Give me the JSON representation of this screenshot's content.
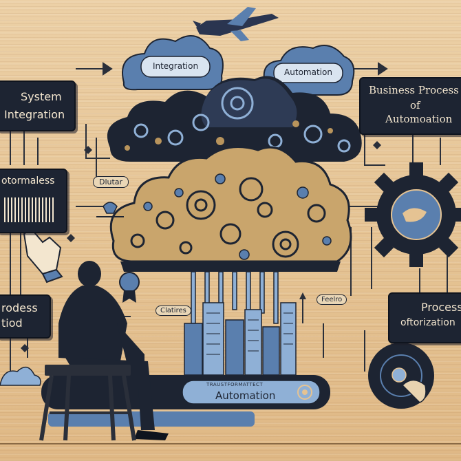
{
  "labels": {
    "integration": "Integration",
    "automation_cloud": "Automation",
    "system_line1": "System",
    "system_line2": "Integration",
    "business_line1": "Business Process",
    "business_line2": "of",
    "business_line3": "Automoation",
    "left_mid": "otormaless",
    "dlutar": "Dlutar",
    "process_left_line1": "rodess",
    "process_left_line2": "tiod",
    "clatires": "Clatires",
    "feelro": "Feelro",
    "process_right_line1": "Process",
    "process_right_line2": "oftorization",
    "bottom_small": "TRAUSTFORMATTECT",
    "bottom_main": "Automation"
  },
  "colors": {
    "navy": "#1d2432",
    "blue": "#5a7fae",
    "light_blue": "#8fb0d6",
    "wood": "#e5c393",
    "gold": "#b8945c"
  }
}
